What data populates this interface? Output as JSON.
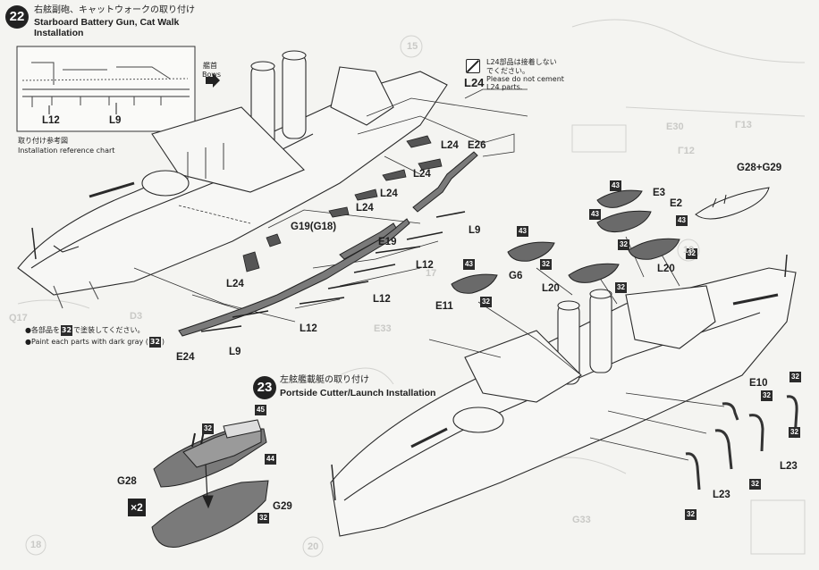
{
  "steps": {
    "s22": {
      "number": "22",
      "title_jp": "右舷副砲、キャットウォークの取り付け",
      "title_en": "Starboard Battery Gun, Cat Walk",
      "title_en2": "Installation",
      "inset": {
        "bow_jp": "艦首",
        "bow_en": "Bows",
        "label_l12": "L12",
        "label_l9": "L9",
        "ref_jp": "取り付け参考図",
        "ref_en": "Installation reference chart"
      },
      "paint_note_jp": "●各部品を",
      "paint_note_jp_code": "32",
      "paint_note_jp_end": "で塗装してください。",
      "paint_note_en": "●Paint each parts with dark gray (",
      "paint_note_en_code": "32",
      "paint_note_en_end": ")",
      "cement_note": {
        "jp_line1": "L24部品は接着しない",
        "jp_line2": "でください。",
        "en_line1": "Please do not cement",
        "en_line2": "L24 parts.",
        "part": "L24"
      },
      "labels": {
        "l24a": "L24",
        "e26": "E26",
        "l24b": "L24",
        "l24c": "L24",
        "g19": "G19(G18)",
        "e19": "E19",
        "l12a": "L12",
        "l12b": "L12",
        "l12c": "L12",
        "l24d": "L24",
        "e24": "E24",
        "l9a": "L9",
        "l9b": "L9"
      }
    },
    "s23": {
      "number": "23",
      "title_jp": "左舷艦載艇の取り付け",
      "title_en": "Portside Cutter/Launch Installation",
      "multiplier": "×2",
      "labels": {
        "e3": "E3",
        "e2": "E2",
        "g28g29": "G28+G29",
        "g6": "G6",
        "l20a": "L20",
        "l20b": "L20",
        "e11": "E11",
        "e10": "E10",
        "l23a": "L23",
        "l23b": "L23",
        "g28": "G28",
        "g29": "G29"
      },
      "color_codes": {
        "c43a": "43",
        "c43b": "43",
        "c43c": "43",
        "c43d": "43",
        "c43e": "43",
        "c32a": "32",
        "c32b": "32",
        "c32c": "32",
        "c32d": "32",
        "c32e": "32",
        "c32f": "32",
        "c32g": "32",
        "c32h": "32",
        "c32i": "32",
        "c32j": "32",
        "c45": "45",
        "c44": "44",
        "c32k": "32",
        "c32l": "32"
      }
    }
  },
  "background_ghost": {
    "n15": "15",
    "n19": "19",
    "n18": "18",
    "n17": "17",
    "n20": "20",
    "e30": "E30",
    "f13": "Γ13",
    "f12": "Γ12",
    "g33": "G33",
    "e33": "E33",
    "d3": "D3",
    "q17": "Q17"
  },
  "colors": {
    "ink": "#1e1e1e",
    "paper": "#f4f4f1",
    "part_fill": "#6a6a6a",
    "ghost": "#c9c9c6"
  }
}
